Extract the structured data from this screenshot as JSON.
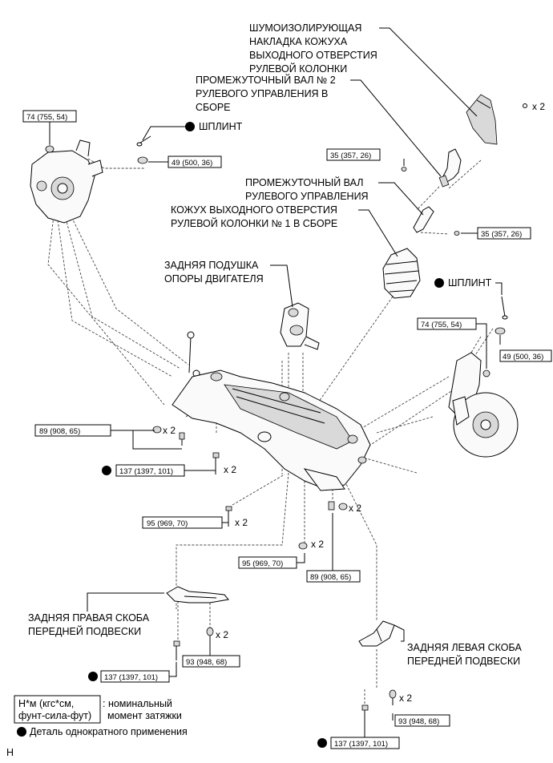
{
  "labels": {
    "cover_silencer": [
      "ШУМОИЗОЛИРУЮЩАЯ",
      "НАКЛАДКА КОЖУХА",
      "ВЫХОДНОГО ОТВЕРСТИЯ",
      "РУЛЕВОЙ КОЛОНКИ"
    ],
    "int_shaft_2": [
      "ПРОМЕЖУТОЧНЫЙ ВАЛ № 2",
      "РУЛЕВОГО УПРАВЛЕНИЯ В",
      "СБОРЕ"
    ],
    "int_shaft": [
      "ПРОМЕЖУТОЧНЫЙ ВАЛ",
      "РУЛЕВОГО УПРАВЛЕНИЯ"
    ],
    "hole_cover": [
      "КОЖУХ ВЫХОДНОГО ОТВЕРСТИЯ",
      "РУЛЕВОЙ КОЛОНКИ № 1 В СБОРЕ"
    ],
    "engine_mount": [
      "ЗАДНЯЯ ПОДУШКА",
      "ОПОРЫ ДВИГАТЕЛЯ"
    ],
    "cotter_pin_left": "ШПЛИНТ",
    "cotter_pin_right": "ШПЛИНТ",
    "right_brace": [
      "ЗАДНЯЯ ПРАВАЯ СКОБА",
      "ПЕРЕДНЕЙ ПОДВЕСКИ"
    ],
    "left_brace": [
      "ЗАДНЯЯ ЛЕВАЯ СКОБА",
      "ПЕРЕДНЕЙ ПОДВЕСКИ"
    ]
  },
  "torques": {
    "t74_left": "74 (755, 54)",
    "t49_left": "49 (500, 36)",
    "t35_upper": "35 (357, 26)",
    "t35_lower": "35 (357, 26)",
    "t74_right": "74 (755, 54)",
    "t49_right": "49 (500, 36)",
    "t89_left": "89 (908, 65)",
    "t137_mid": "137 (1397, 101)",
    "t95_a": "95 (969, 70)",
    "t95_b": "95 (969, 70)",
    "t89_right": "89 (908, 65)",
    "t93_left": "93 (948, 68)",
    "t137_left": "137 (1397, 101)",
    "t93_right": "93 (948, 68)",
    "t137_right": "137 (1397, 101)"
  },
  "quantities": {
    "screws_cover": "x 2",
    "bolts_89_left": "x 2",
    "bolts_137_mid": "x 2",
    "bolts_95_a": "x 2",
    "bolts_95_b": "x 2",
    "bolts_89_right": "x 2",
    "bolts_93_left": "x 2",
    "bolts_93_right": "x 2"
  },
  "legend": {
    "unit_box": [
      "Н*м (кгс*см,",
      "фунт-сила-фут)"
    ],
    "unit_desc": [
      ": номинальный",
      "момент затяжки"
    ],
    "nonreusable": "Деталь однократного применения"
  },
  "footer_code": "H"
}
